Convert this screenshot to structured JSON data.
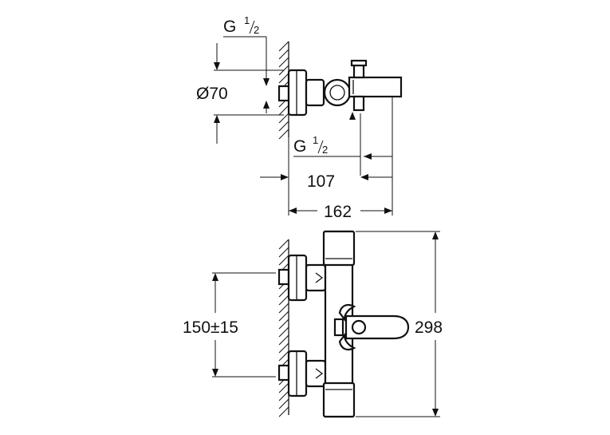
{
  "top_view": {
    "thread_top": {
      "main": "G",
      "num": "1",
      "den": "2"
    },
    "diameter": "Ø70",
    "thread_bottom": {
      "main": "G",
      "num": "1",
      "den": "2"
    },
    "depth_spout": "107",
    "depth_total": "162"
  },
  "front_view": {
    "centers": "150±15",
    "height": "298"
  },
  "colors": {
    "line": "#111111",
    "background": "#ffffff"
  }
}
